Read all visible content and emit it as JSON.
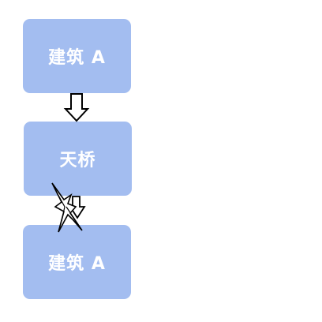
{
  "nodes": {
    "top": {
      "label": "建筑 A"
    },
    "middle": {
      "label": "天桥"
    },
    "bottom": {
      "label": "建筑 A"
    }
  },
  "colors": {
    "node_fill": "#a3bdf0",
    "node_text": "#ffffff",
    "arrow_stroke": "#000000",
    "arrow_fill": "#ffffff"
  },
  "icons": {
    "arrow": "down-arrow-icon",
    "break": "broken-connector-icon"
  }
}
